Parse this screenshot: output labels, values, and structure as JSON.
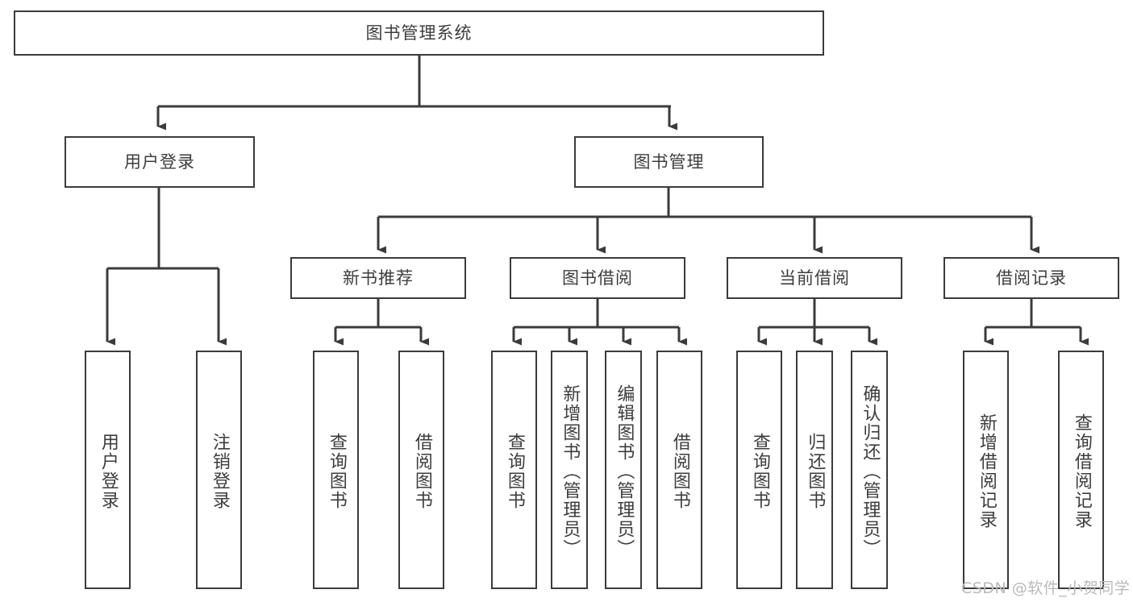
{
  "diagram": {
    "title": "图书管理系统",
    "type": "hierarchy-tree",
    "line_color": "#3b3b3b",
    "box_fill": "#ffffff",
    "text_color": "#3d3d3d",
    "nodes": {
      "root": {
        "label": "图书管理系统",
        "level": 1
      },
      "login": {
        "label": "用户登录",
        "level": 2
      },
      "bookmgmt": {
        "label": "图书管理",
        "level": 2
      },
      "newbook": {
        "label": "新书推荐",
        "level": 3
      },
      "borrow": {
        "label": "图书借阅",
        "level": 3
      },
      "current": {
        "label": "当前借阅",
        "level": 3
      },
      "record": {
        "label": "借阅记录",
        "level": 3
      },
      "leaf1": {
        "label": "用户登录",
        "level": 4
      },
      "leaf2": {
        "label": "注销登录",
        "level": 4
      },
      "leaf3": {
        "label": "查询图书",
        "level": 4
      },
      "leaf4": {
        "label": "借阅图书",
        "level": 4
      },
      "leaf5": {
        "label": "查询图书",
        "level": 4
      },
      "leaf6": {
        "label": "新增图书（管理员）",
        "level": 4
      },
      "leaf7": {
        "label": "编辑图书（管理员）",
        "level": 4
      },
      "leaf8": {
        "label": "借阅图书",
        "level": 4
      },
      "leaf9": {
        "label": "查询图书",
        "level": 4
      },
      "leaf10": {
        "label": "归还图书",
        "level": 4
      },
      "leaf11": {
        "label": "确认归还（管理员）",
        "level": 4
      },
      "leaf12": {
        "label": "新增借阅记录",
        "level": 4
      },
      "leaf13": {
        "label": "查询借阅记录",
        "level": 4
      }
    },
    "edges": [
      {
        "from": "root",
        "to": "login"
      },
      {
        "from": "root",
        "to": "bookmgmt"
      },
      {
        "from": "bookmgmt",
        "to": "newbook"
      },
      {
        "from": "bookmgmt",
        "to": "borrow"
      },
      {
        "from": "bookmgmt",
        "to": "current"
      },
      {
        "from": "bookmgmt",
        "to": "record"
      },
      {
        "from": "login",
        "to": "leaf1"
      },
      {
        "from": "login",
        "to": "leaf2"
      },
      {
        "from": "newbook",
        "to": "leaf3"
      },
      {
        "from": "newbook",
        "to": "leaf4"
      },
      {
        "from": "borrow",
        "to": "leaf5"
      },
      {
        "from": "borrow",
        "to": "leaf6"
      },
      {
        "from": "borrow",
        "to": "leaf7"
      },
      {
        "from": "borrow",
        "to": "leaf8"
      },
      {
        "from": "current",
        "to": "leaf9"
      },
      {
        "from": "current",
        "to": "leaf10"
      },
      {
        "from": "current",
        "to": "leaf11"
      },
      {
        "from": "record",
        "to": "leaf12"
      },
      {
        "from": "record",
        "to": "leaf13"
      }
    ]
  },
  "watermark": {
    "text": "CSDN @软件_小贺同学"
  }
}
